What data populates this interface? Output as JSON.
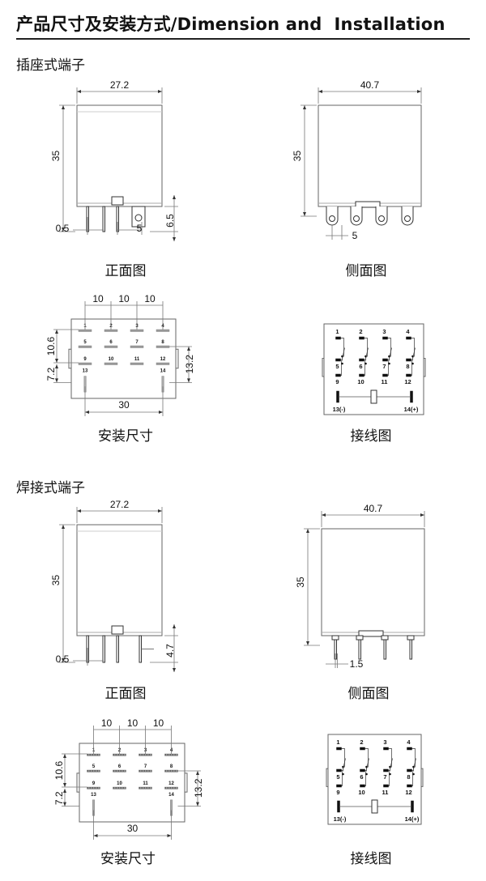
{
  "header": {
    "title": "产品尺寸及安装方式/Dimension and  Installation"
  },
  "sections": [
    {
      "label": "插座式端子",
      "front": {
        "caption": "正面图",
        "width": "27.2",
        "height": "35",
        "pin_len": "6.5",
        "pin_w": "0.5",
        "pitch": "5"
      },
      "side": {
        "caption": "侧面图",
        "width": "40.7",
        "height": "35",
        "pitch": "5"
      },
      "install": {
        "caption": "安装尺寸",
        "pitch": [
          "10",
          "10",
          "10"
        ],
        "v1": "10.6",
        "v2": "7.2",
        "v3": "13.2",
        "span": "30"
      },
      "wiring": {
        "caption": "接线图"
      }
    },
    {
      "label": "焊接式端子",
      "front": {
        "caption": "正面图",
        "width": "27.2",
        "height": "35",
        "pin_len": "4.7",
        "pin_w": "0.5"
      },
      "side": {
        "caption": "侧面图",
        "width": "40.7",
        "height": "35",
        "pin_w": "1.5"
      },
      "install": {
        "caption": "安装尺寸",
        "pitch": [
          "10",
          "10",
          "10"
        ],
        "v1": "10.6",
        "v2": "7.2",
        "v3": "13.2",
        "span": "30"
      },
      "wiring": {
        "caption": "接线图"
      }
    }
  ],
  "pins": [
    "1",
    "2",
    "3",
    "4",
    "5",
    "6",
    "7",
    "8",
    "9",
    "10",
    "11",
    "12",
    "13",
    "14"
  ],
  "coil_pins": [
    "13(-)",
    "14(+)"
  ]
}
